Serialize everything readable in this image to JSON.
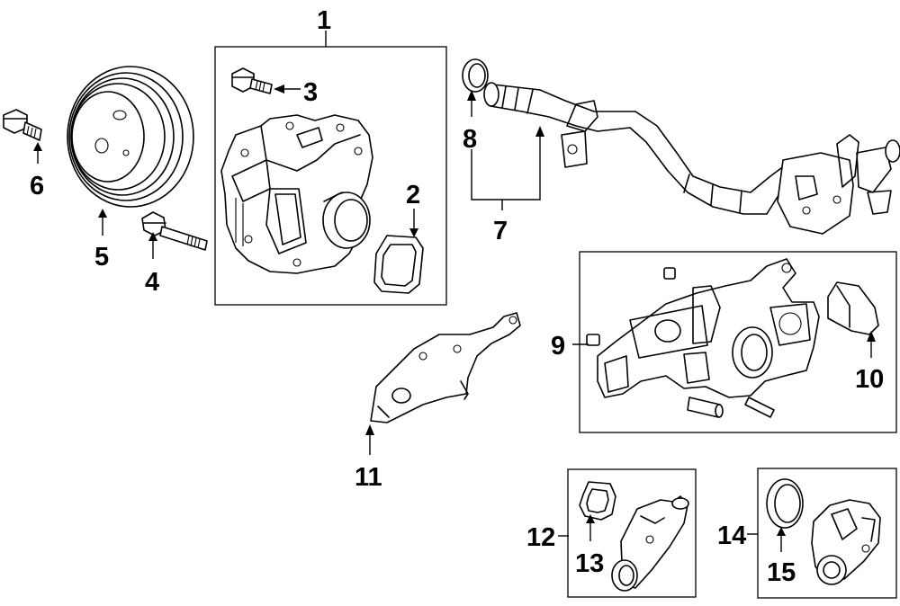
{
  "callouts": {
    "c1": "1",
    "c2": "2",
    "c3": "3",
    "c4": "4",
    "c5": "5",
    "c6": "6",
    "c7": "7",
    "c8": "8",
    "c9": "9",
    "c10": "10",
    "c11": "11",
    "c12": "12",
    "c13": "13",
    "c14": "14",
    "c15": "15"
  },
  "colors": {
    "ink": "#000000",
    "background": "#ffffff"
  }
}
